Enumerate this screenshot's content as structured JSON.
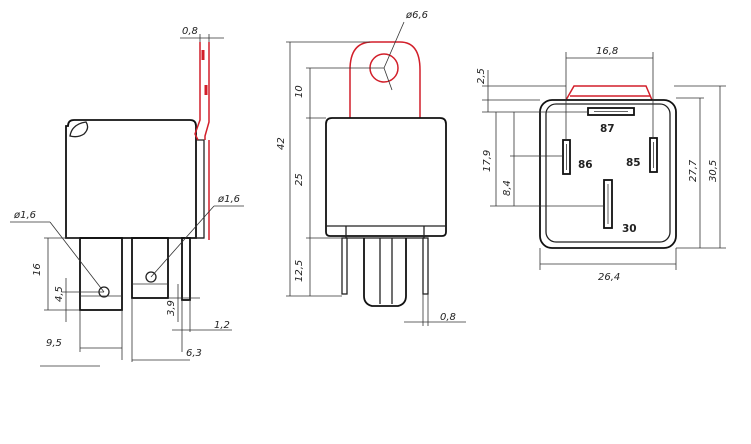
{
  "colors": {
    "outline": "#222222",
    "highlight": "#d21f2a",
    "background": "#ffffff"
  },
  "side_view": {
    "dims": {
      "tab_thickness": "0,8",
      "hole_left": "ø1,6",
      "hole_right": "ø1,6",
      "pin_height": "16",
      "hole_height": "4,5",
      "pin_offset": "3,9",
      "width_left": "9,5",
      "pin_width": "1,2",
      "width_right": "6,3"
    }
  },
  "front_view": {
    "dims": {
      "mount_hole": "ø6,6",
      "tab_height": "10",
      "total_height": "42",
      "body_height": "25",
      "pin_length": "12,5",
      "pin_thickness": "0,8"
    }
  },
  "bottom_view": {
    "terminals": {
      "t87": "87",
      "t86": "86",
      "t85": "85",
      "t30": "30"
    },
    "dims": {
      "pin_spacing": "16,8",
      "top_offset": "2,5",
      "pin_row": "17,9",
      "center_offset": "8,4",
      "inner_height": "27,7",
      "outer_height": "30,5",
      "width": "26,4"
    }
  }
}
